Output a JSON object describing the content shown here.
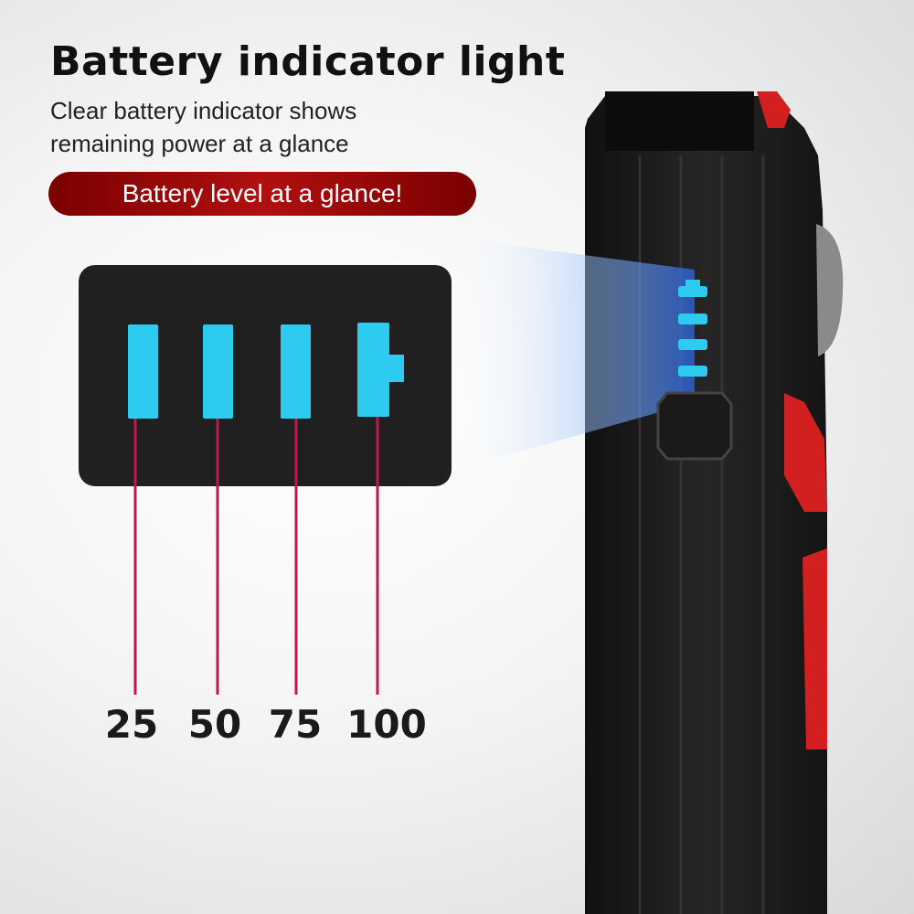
{
  "header": {
    "title": "Battery indicator light",
    "subtitle": "Clear battery indicator shows remaining power at a glance",
    "badge": "Battery level at a glance!"
  },
  "indicator": {
    "levels": [
      "25",
      "50",
      "75",
      "100"
    ],
    "led_color": "#2ccbef",
    "line_color": "#c0174a"
  },
  "colors": {
    "badge_red": "#b0100f",
    "device_body": "#1c1c1c",
    "device_accent": "#d22020"
  }
}
